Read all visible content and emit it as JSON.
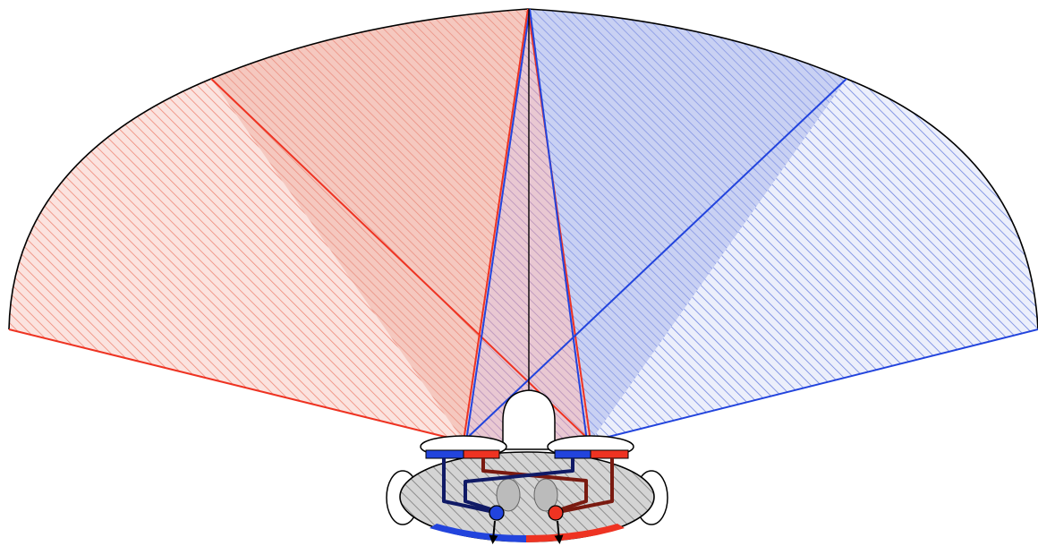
{
  "diagram": {
    "colors": {
      "red_line": "#ee3322",
      "red_fill": "#f6c3bb",
      "red_hatch": "#f0a295",
      "blue_line": "#2244dd",
      "blue_fill": "#c7d0f2",
      "blue_hatch": "#8d9ce6",
      "outline": "#000000",
      "body_fill": "#cccccc",
      "body_hatch": "#888888",
      "eye_fill": "#bbbbbb",
      "dark_red_wire": "#7a1a10",
      "dark_blue_wire": "#101a66"
    },
    "regions": [
      "red-left-hatched-zone",
      "red-upper-fill-zone",
      "blue-upper-fill-zone",
      "blue-right-hatched-zone",
      "central-overlap-zone"
    ],
    "parts": [
      "robot-body",
      "left-wheel",
      "right-wheel",
      "nose-dome",
      "left-sensor",
      "right-sensor",
      "left-motor-node",
      "right-motor-node",
      "crossed-wiring"
    ]
  }
}
